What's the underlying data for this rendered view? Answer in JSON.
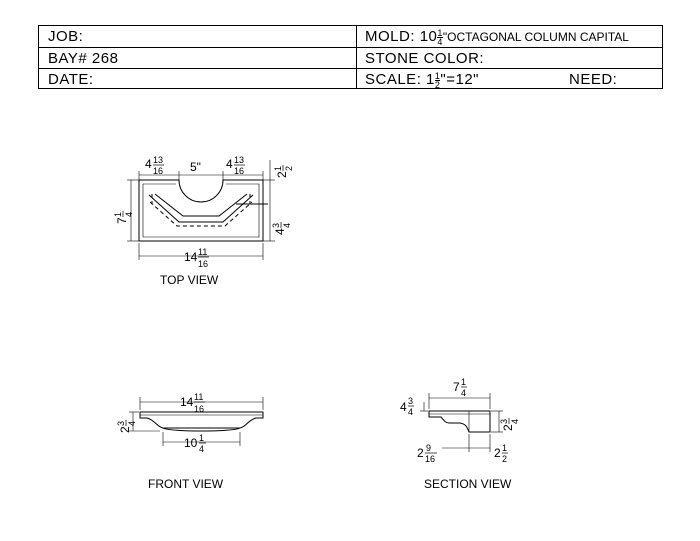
{
  "title_block": {
    "job_label": "JOB:",
    "bay_label": "BAY# 268",
    "date_label": "DATE:",
    "mold_label": "MOLD:",
    "mold_size_whole": "10",
    "mold_size_num": "1",
    "mold_size_den": "4",
    "mold_name": "\"OCTAGONAL COLUMN CAPITAL",
    "stone_color_label": "STONE COLOR:",
    "scale_label": "SCALE:",
    "scale_whole": "1",
    "scale_num": "1",
    "scale_den": "2",
    "scale_tail": "\"=12\"",
    "need_label": "NEED:"
  },
  "views": {
    "top": {
      "title": "TOP VIEW",
      "dim_left_whole": "4",
      "dim_left_num": "13",
      "dim_left_den": "16",
      "dim_center": "5\"",
      "dim_right_whole": "4",
      "dim_right_num": "13",
      "dim_right_den": "16",
      "dim_side_whole": "2",
      "dim_side_num": "1",
      "dim_side_den": "2",
      "dim_depth_whole": "7",
      "dim_depth_num": "1",
      "dim_depth_den": "4",
      "dim_inner_whole": "4",
      "dim_inner_num": "3",
      "dim_inner_den": "4",
      "dim_width_whole": "14",
      "dim_width_num": "11",
      "dim_width_den": "16"
    },
    "front": {
      "title": "FRONT VIEW",
      "dim_width_whole": "14",
      "dim_width_num": "11",
      "dim_width_den": "16",
      "dim_height_whole": "2",
      "dim_height_num": "3",
      "dim_height_den": "4",
      "dim_arc_whole": "10",
      "dim_arc_num": "1",
      "dim_arc_den": "4"
    },
    "section": {
      "title": "SECTION VIEW",
      "dim_top_whole": "7",
      "dim_top_num": "1",
      "dim_top_den": "4",
      "dim_left_whole": "4",
      "dim_left_num": "3",
      "dim_left_den": "4",
      "dim_height_whole": "2",
      "dim_height_num": "3",
      "dim_height_den": "4",
      "dim_bottom_left_whole": "2",
      "dim_bottom_left_num": "9",
      "dim_bottom_left_den": "16",
      "dim_bottom_right_whole": "2",
      "dim_bottom_right_num": "1",
      "dim_bottom_right_den": "2"
    }
  }
}
